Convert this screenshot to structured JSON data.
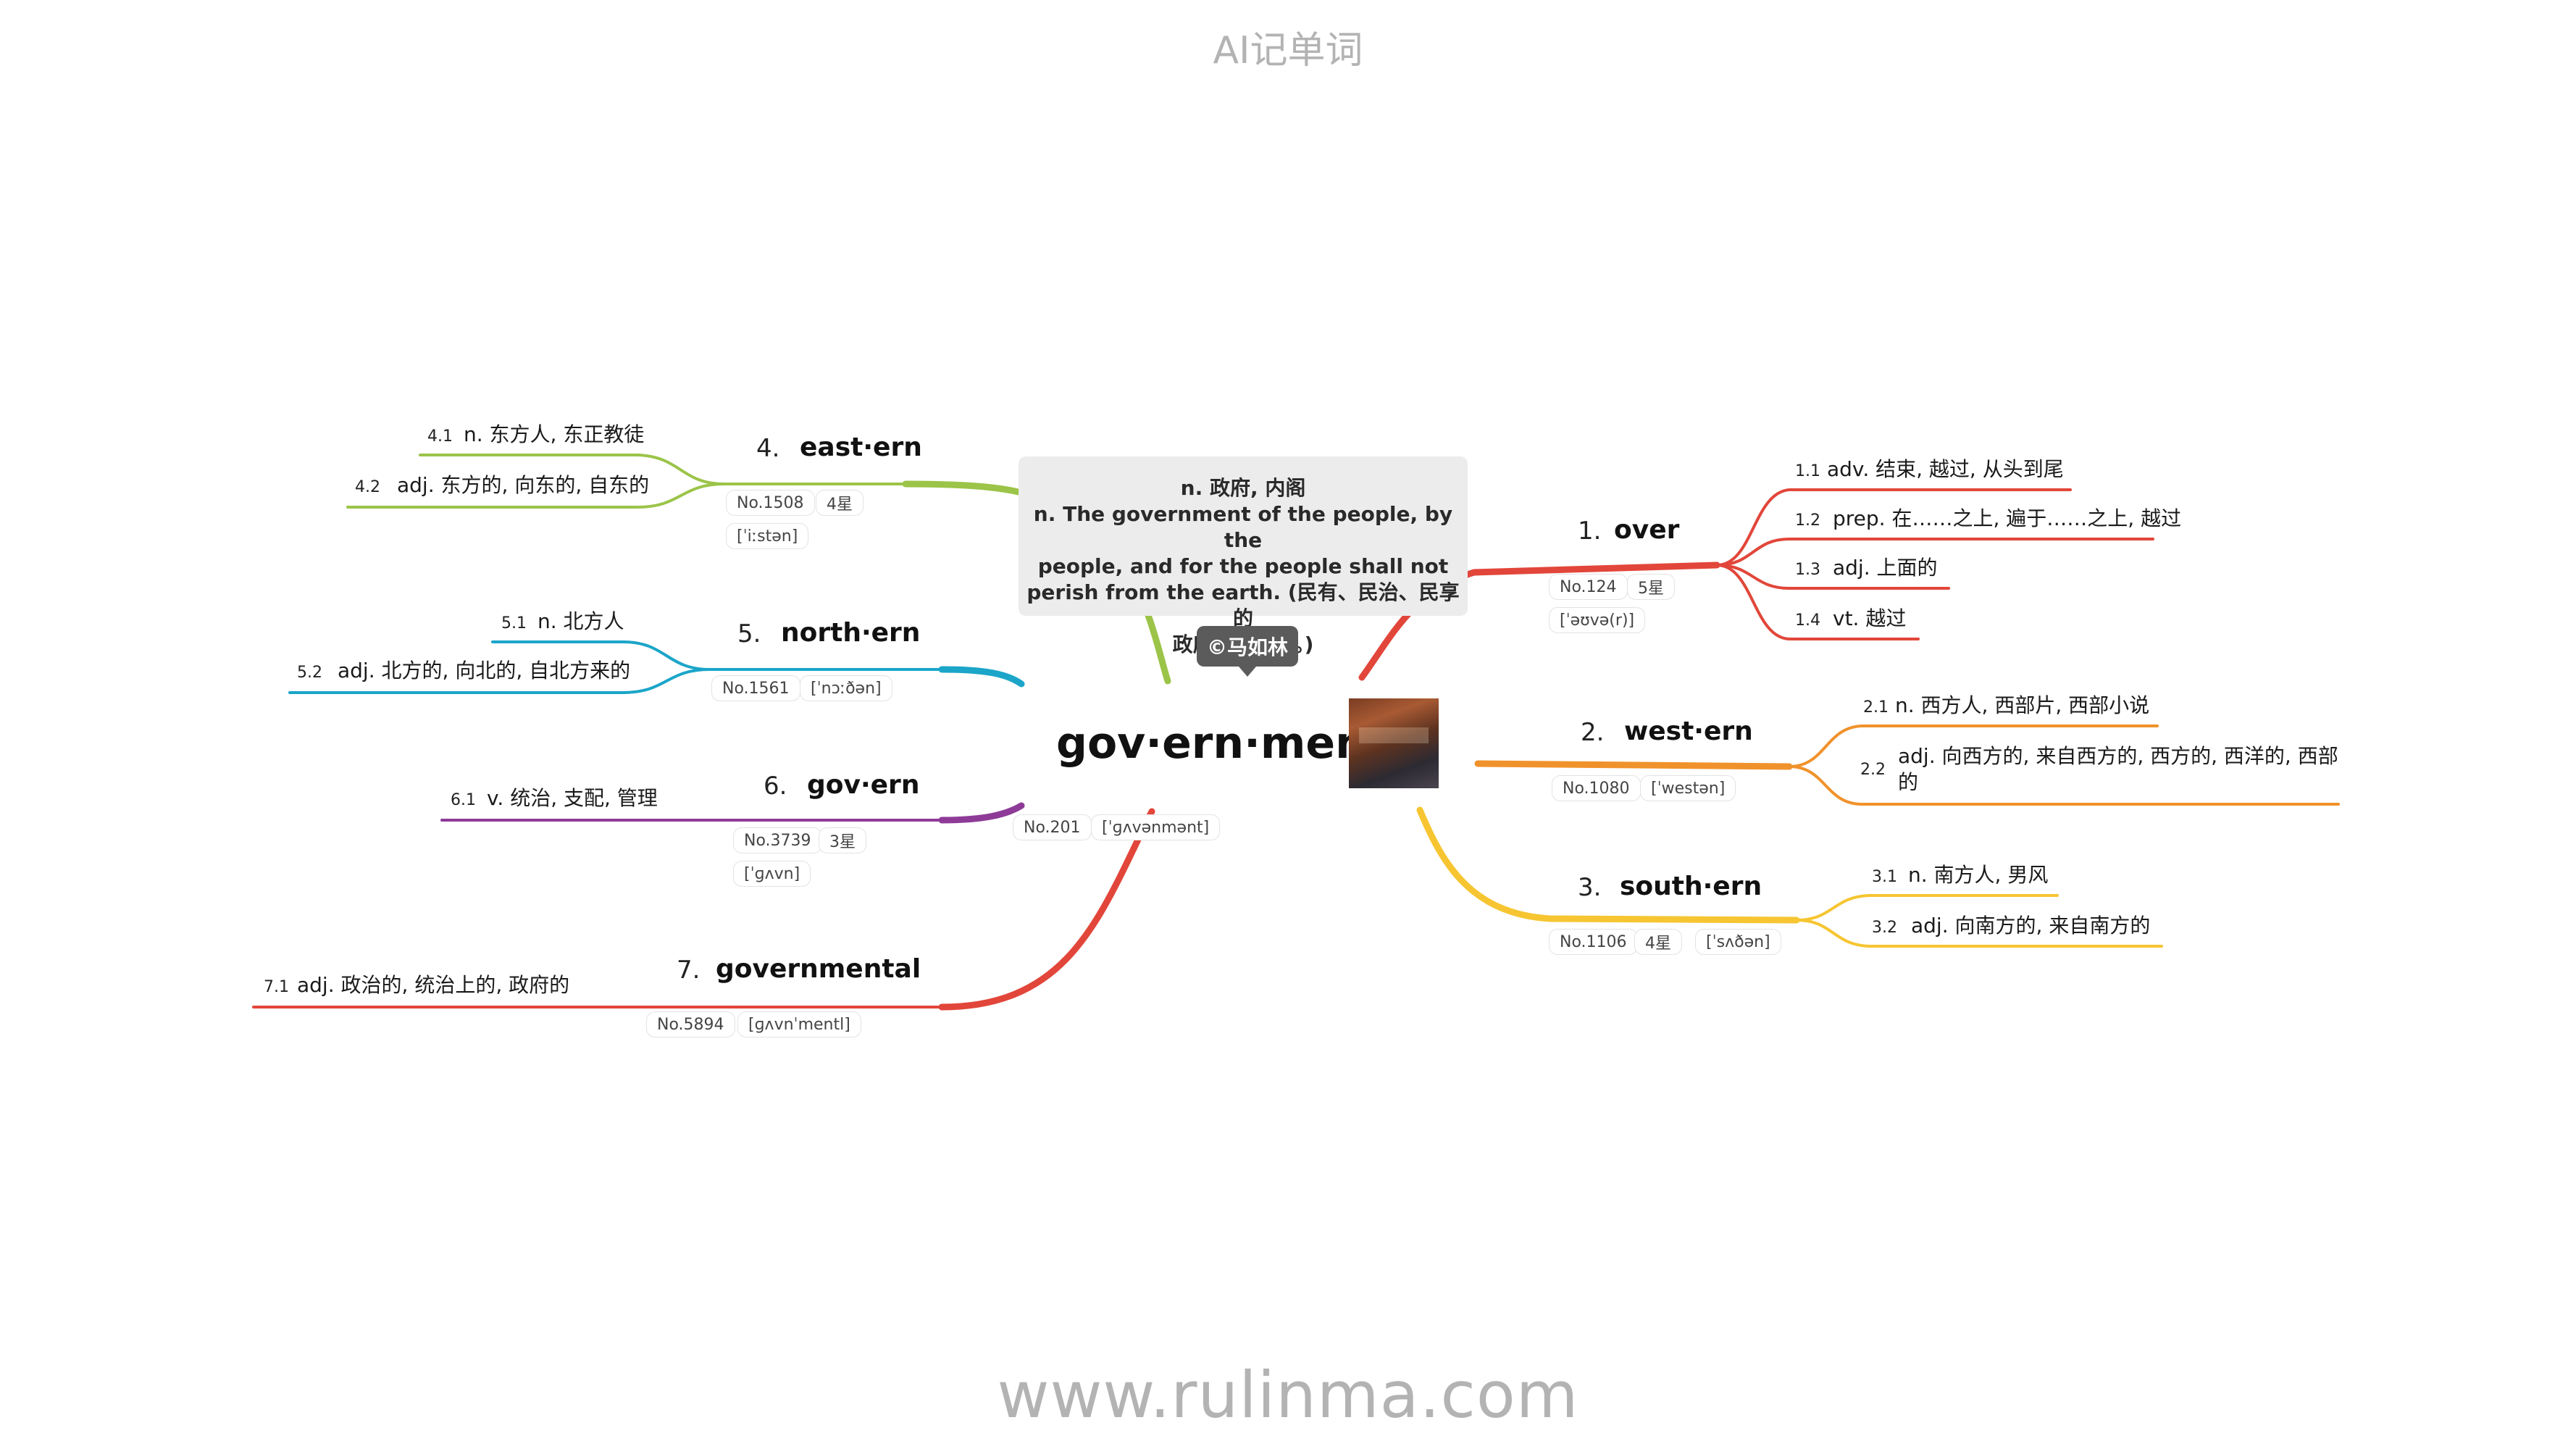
{
  "header": "AI记单词",
  "footer": "www.rulinma.com",
  "central": {
    "word": "gov·ern·ment",
    "number": "No.201",
    "phonetic": "[ˈɡʌvənmənt]"
  },
  "callout": {
    "line1": "n. 政府, 内阁",
    "line2": "n. The government of the people, by the",
    "line3": "people, and for the people shall not",
    "line4": "perish from the earth. (民有、民治、民享的",
    "line5": "政府永世长存。)"
  },
  "author": "©马如林",
  "branches": {
    "b1": {
      "num": "1.",
      "word": "over",
      "color": "#e2463a",
      "number": "No.124",
      "stars": "5星",
      "phonetic": "[ˈəʊvə(r)]",
      "subs": [
        {
          "num": "1.1",
          "text": "adv. 结束, 越过, 从头到尾"
        },
        {
          "num": "1.2",
          "text": "prep. 在……之上, 遍于……之上, 越过"
        },
        {
          "num": "1.3",
          "text": "adj. 上面的"
        },
        {
          "num": "1.4",
          "text": "vt. 越过"
        }
      ]
    },
    "b2": {
      "num": "2.",
      "word": "west·ern",
      "color": "#f0922b",
      "number": "No.1080",
      "phonetic": "[ˈwestən]",
      "subs": [
        {
          "num": "2.1",
          "text": "n. 西方人, 西部片, 西部小说"
        },
        {
          "num": "2.2",
          "text": "adj. 向西方的, 来自西方的, 西方的, 西洋的, 西部",
          "text2": "的"
        }
      ]
    },
    "b3": {
      "num": "3.",
      "word": "south·ern",
      "color": "#f6c531",
      "number": "No.1106",
      "stars": "4星",
      "phonetic": "[ˈsʌðən]",
      "subs": [
        {
          "num": "3.1",
          "text": "n. 南方人, 男风"
        },
        {
          "num": "3.2",
          "text": "adj. 向南方的, 来自南方的"
        }
      ]
    },
    "b4": {
      "num": "4.",
      "word": "east·ern",
      "color": "#9bc448",
      "number": "No.1508",
      "stars": "4星",
      "phonetic": "[ˈiːstən]",
      "subs": [
        {
          "num": "4.1",
          "text": "n. 东方人, 东正教徒"
        },
        {
          "num": "4.2",
          "text": "adj. 东方的, 向东的, 自东的"
        }
      ]
    },
    "b5": {
      "num": "5.",
      "word": "north·ern",
      "color": "#1ba5c9",
      "number": "No.1561",
      "phonetic": "[ˈnɔːðən]",
      "subs": [
        {
          "num": "5.1",
          "text": "n. 北方人"
        },
        {
          "num": "5.2",
          "text": "adj. 北方的, 向北的, 自北方来的"
        }
      ]
    },
    "b6": {
      "num": "6.",
      "word": "gov·ern",
      "color": "#8e3b98",
      "number": "No.3739",
      "stars": "3星",
      "phonetic": "[ˈɡʌvn]",
      "subs": [
        {
          "num": "6.1",
          "text": "v. 统治, 支配, 管理"
        }
      ]
    },
    "b7": {
      "num": "7.",
      "word": "governmental",
      "color": "#e2463a",
      "number": "No.5894",
      "phonetic": "[ɡʌvnˈmentl]",
      "subs": [
        {
          "num": "7.1",
          "text": "adj. 政治的, 统治上的, 政府的"
        }
      ]
    }
  }
}
